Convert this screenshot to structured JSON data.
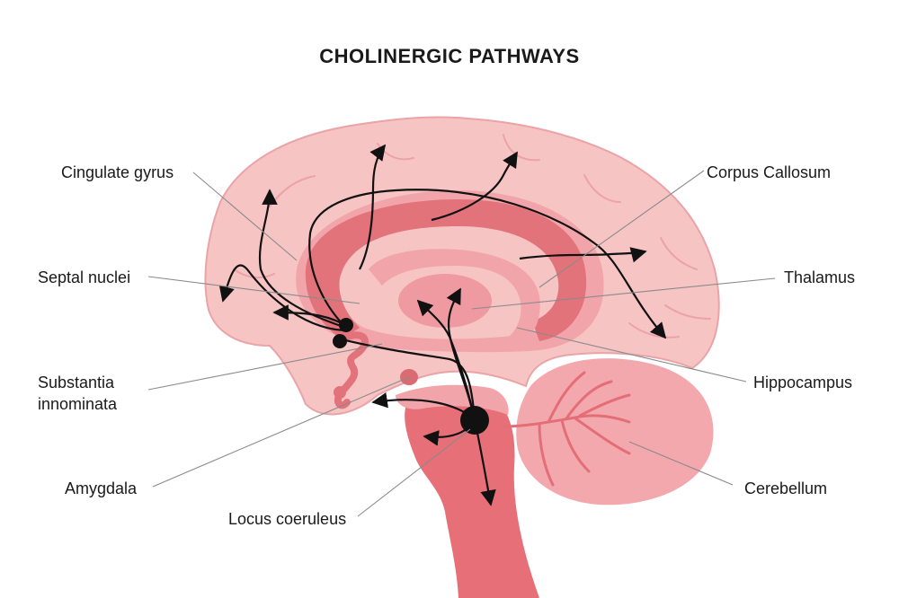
{
  "title": "CHOLINERGIC PATHWAYS",
  "labels": {
    "cingulate_gyrus": "Cingulate gyrus",
    "septal_nuclei": "Septal nuclei",
    "substantia_line1": "Substantia",
    "substantia_line2": "innominata",
    "amygdala": "Amygdala",
    "locus_coeruleus": "Locus coeruleus",
    "corpus_callosum": "Corpus Callosum",
    "thalamus": "Thalamus",
    "hippocampus": "Hippocampus",
    "cerebellum": "Cerebellum"
  },
  "colors": {
    "cortex": "#f7c4c4",
    "cortex_outline": "#eaa3a6",
    "inner_band": "#f1a5aa",
    "corpus_callosum": "#e3737b",
    "brainstem": "#e76f78",
    "thalamus": "#ee9aa0",
    "cerebellum": "#f3a8ad",
    "pathway": "#111111",
    "leader_line": "#8a8a8a"
  }
}
